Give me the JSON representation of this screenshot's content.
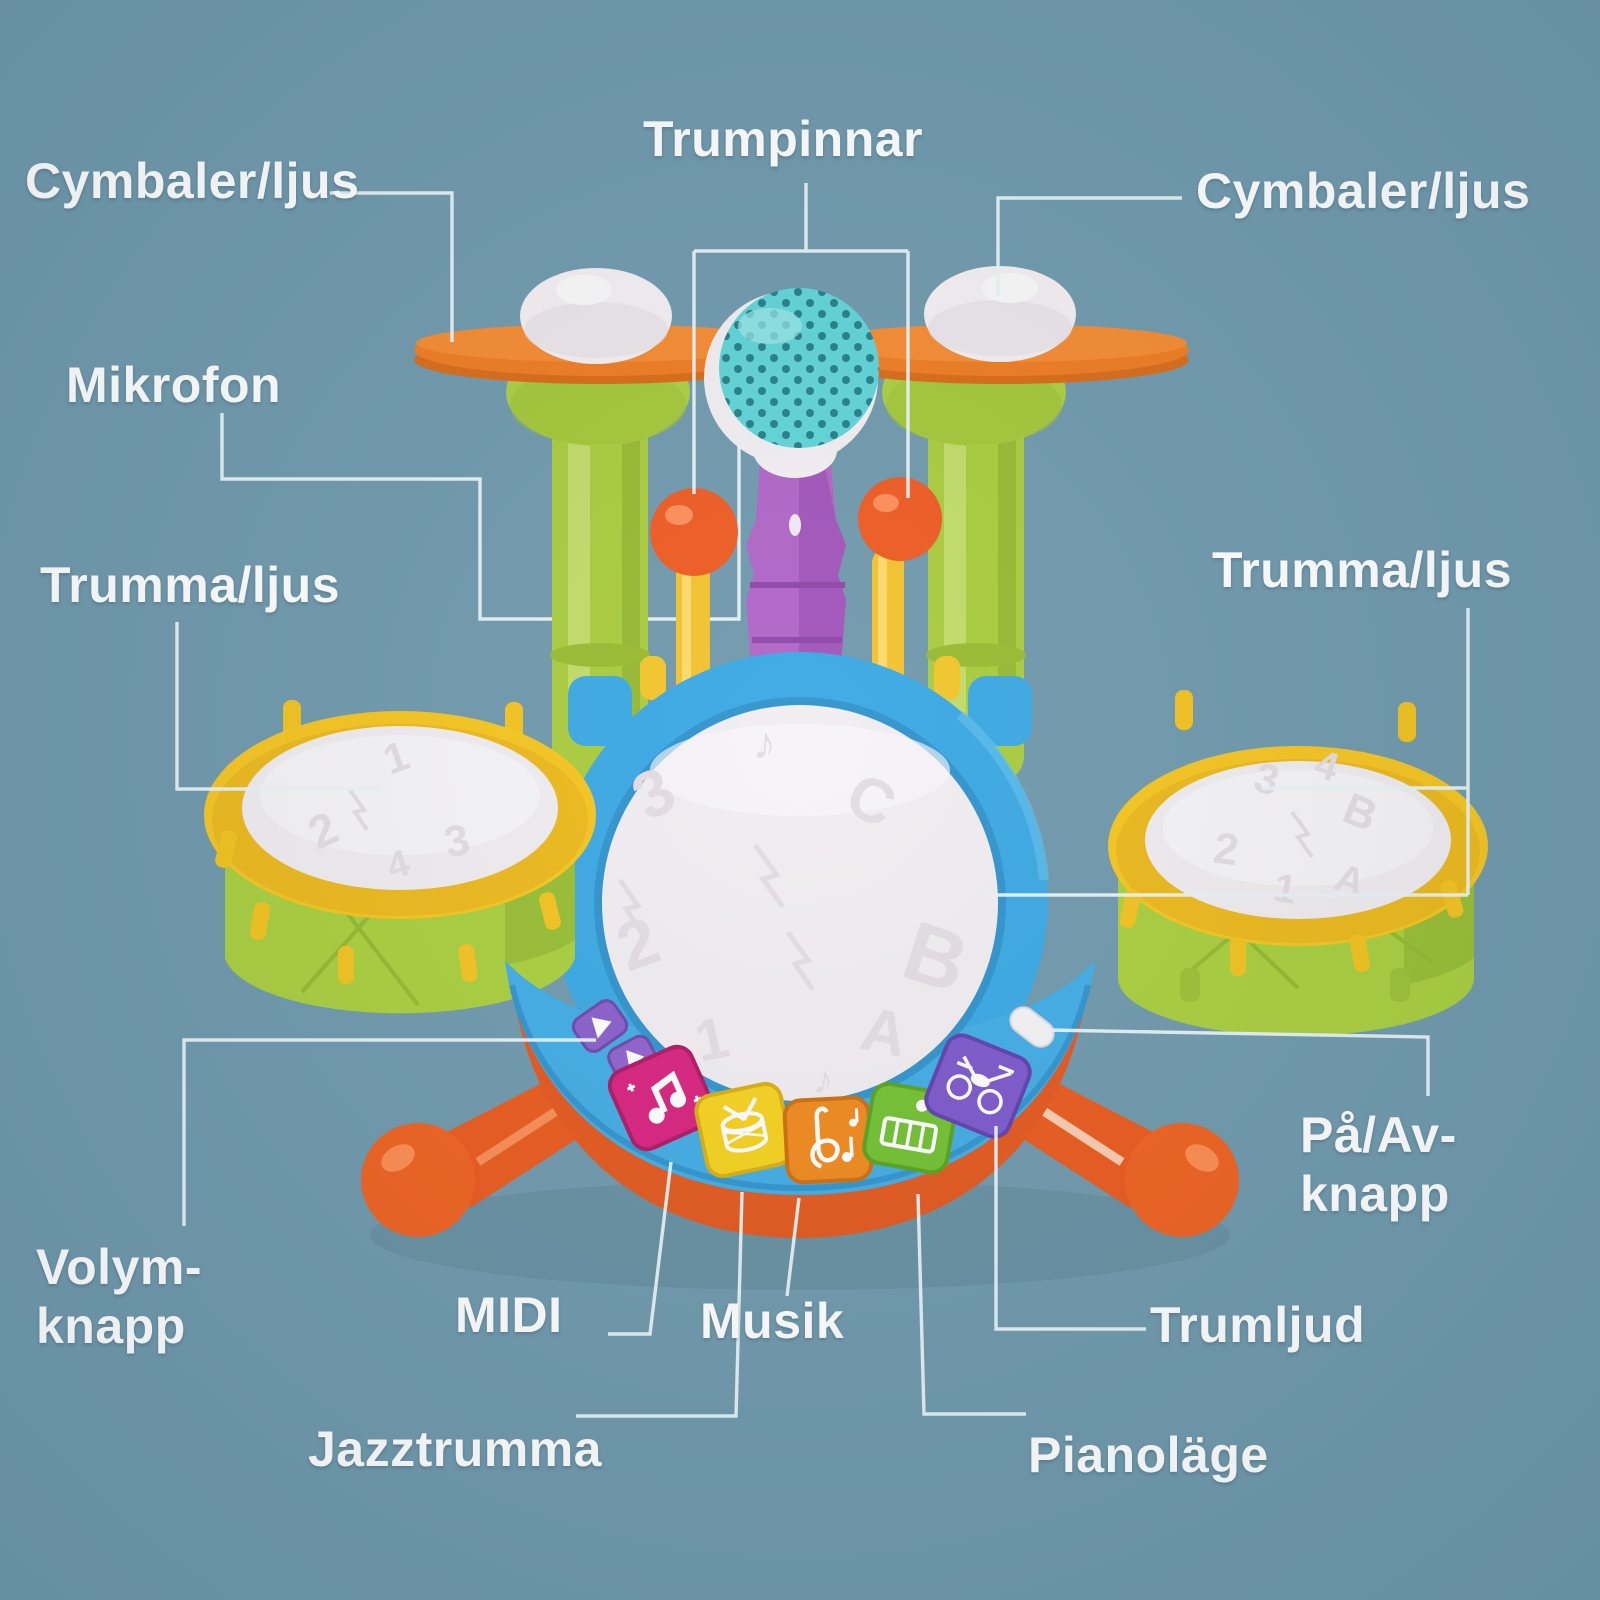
{
  "page": {
    "background_color": "#6f99ac",
    "annotation_text_color": "#ffffff",
    "annotation_line_color": "#e9f4f7"
  },
  "labels": {
    "cymbals_left": "Cymbaler/ljus",
    "drumsticks": "Trumpinnar",
    "cymbals_right": "Cymbaler/ljus",
    "microphone": "Mikrofon",
    "drum_left": "Trumma/ljus",
    "drum_right": "Trumma/ljus",
    "power_line1": "På/Av-",
    "power_line2": "knapp",
    "volume_line1": "Volym-",
    "volume_line2": "knapp",
    "midi": "MIDI",
    "music": "Musik",
    "drum_sound": "Trumljud",
    "jazz_drum": "Jazztrumma",
    "piano_mode": "Pianoläge"
  },
  "toy": {
    "colors": {
      "cymbal_disc": "#ef7b20",
      "cymbal_dome": "#f4eff2",
      "post_green": "#a9cc3b",
      "mic_head_teal": "#5fd4d6",
      "mic_stand_purple": "#b164c7",
      "stick_ball_orange": "#ef5a20",
      "stick_shaft_yellow": "#f4c32b",
      "body_blue": "#3aa8e3",
      "drum_head_white": "#f1edf0",
      "drum_rim_yellow": "#f6c51e",
      "drum_shell_green": "#a9cf3c",
      "base_orange": "#e4571c"
    },
    "glyphs": {
      "center": [
        "A",
        "B",
        "C",
        "1",
        "2",
        "3",
        "♪",
        "♪"
      ],
      "left": [
        "1",
        "2",
        "3",
        "4"
      ],
      "right": [
        "3",
        "4",
        "2",
        "1",
        "A",
        "B"
      ]
    },
    "buttons": [
      {
        "name": "volume-up-button",
        "color": "#8a5ecb",
        "icon": "triangle-sail"
      },
      {
        "name": "volume-down-button",
        "color": "#9061cc",
        "icon": "triangle-sail"
      },
      {
        "name": "midi-button",
        "color": "#d8227e",
        "icon": "music-notes"
      },
      {
        "name": "jazz-drum-button",
        "color": "#f6d11c",
        "icon": "drum"
      },
      {
        "name": "music-button",
        "color": "#f0891c",
        "icon": "treble-clef"
      },
      {
        "name": "piano-mode-button",
        "color": "#72c030",
        "icon": "piano-keys"
      },
      {
        "name": "drum-sound-button",
        "color": "#7c58cb",
        "icon": "drum-kit"
      },
      {
        "name": "power-lever",
        "color": "#f4f3f5",
        "icon": "lever"
      }
    ]
  }
}
